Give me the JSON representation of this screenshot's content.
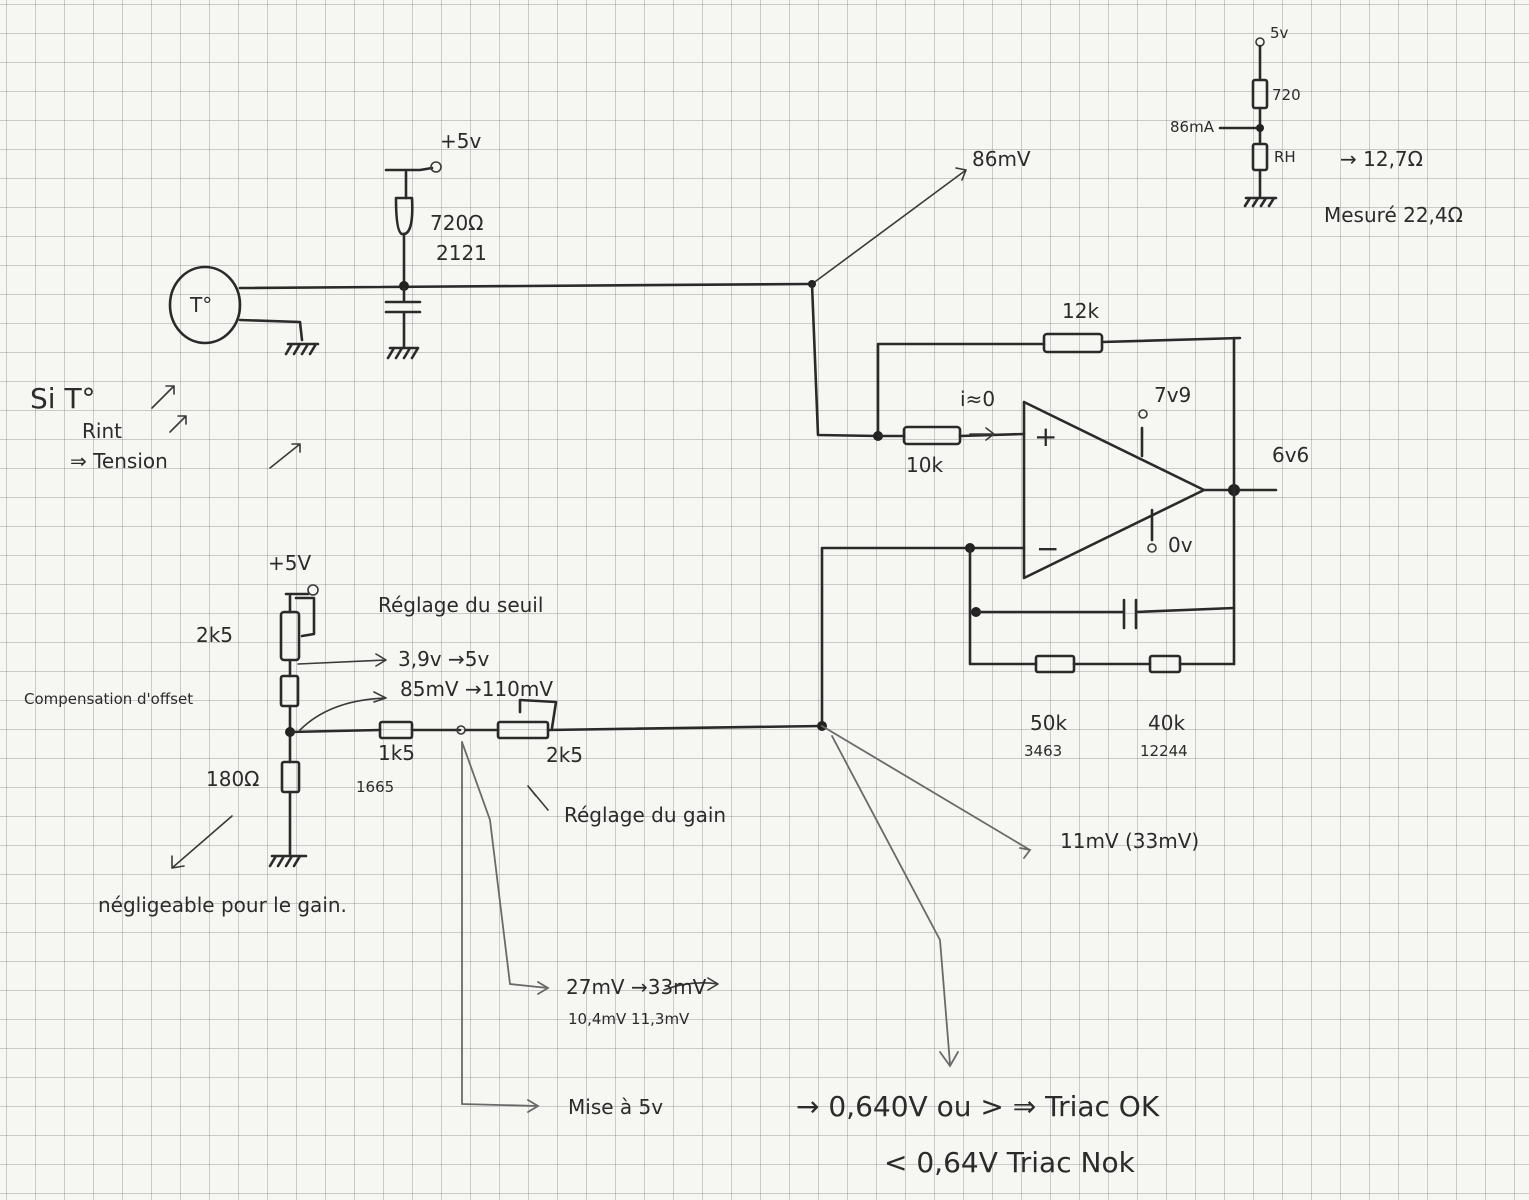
{
  "labels": {
    "supply_top": "+5v",
    "r720": "720Ω",
    "r720_code": "2121",
    "sensor": "T°",
    "node_86mv": "86mV",
    "right_5v": "5v",
    "right_720": "720",
    "right_86ma": "86mA",
    "right_rh": "RH",
    "right_rh_val": "→ 12,7Ω",
    "measured": "Mesuré 22,4Ω",
    "si": "Si T°",
    "rint": "Rint",
    "tension": "⇒ Tension",
    "r12k": "12k",
    "i_zero": "i≈0",
    "v79": "7v9",
    "r10k": "10k",
    "v66": "6v6",
    "v0": "0v",
    "plus": "+",
    "minus": "−",
    "supply_left": "+5V",
    "pot2k5": "2k5",
    "seuil": "Réglage du seuil",
    "v39": "3,9v →5v",
    "v85": "85mV →110mV",
    "comp": "Compensation d'offset",
    "r1k5": "1k5",
    "r1k5_code": "1665",
    "gainpot": "2k5",
    "r180": "180Ω",
    "gain": "Réglage du gain",
    "negl": "négligeable pour le gain.",
    "r50k": "50k",
    "r50k_code": "3463",
    "r40k": "40k",
    "r40k_code": "12244",
    "v11": "11mV (33mV)",
    "v27": "27mV →33mV",
    "v104": "10,4mV  11,3mV",
    "mise": "Mise à 5v",
    "triac_ok": "→ 0,640V ou > ⇒ Triac OK",
    "triac_nok": "< 0,64V   Triac Nok"
  }
}
